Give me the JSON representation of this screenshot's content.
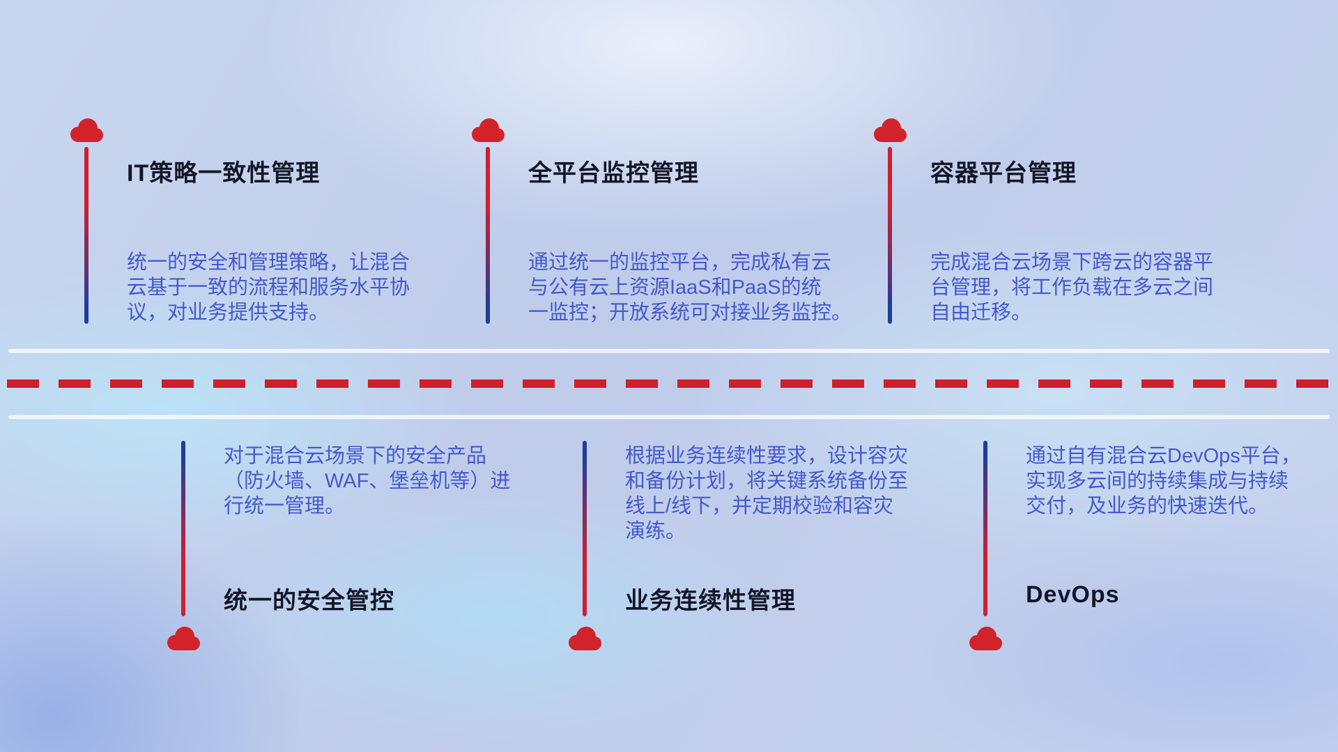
{
  "theme": {
    "cloud_red": "#d2232a",
    "line_red": "#cf1f2e",
    "line_blue": "#1e3d9c",
    "dash_red": "#cf1f2b",
    "divider_color": "#f2f6fc",
    "title_color": "#131627",
    "desc_color": "#4459cd"
  },
  "top_items": [
    {
      "title": "IT策略一致性管理",
      "description": "统一的安全和管理策略，让混合\n云基于一致的流程和服务水平协\n议，对业务提供支持。"
    },
    {
      "title": "全平台监控管理",
      "description": "通过统一的监控平台，完成私有云\n与公有云上资源IaaS和PaaS的统\n一监控；开放系统可对接业务监控。"
    },
    {
      "title": "容器平台管理",
      "description": "完成混合云场景下跨云的容器平\n台管理，将工作负载在多云之间\n自由迁移。"
    }
  ],
  "bottom_items": [
    {
      "title": "统一的安全管控",
      "description": "对于混合云场景下的安全产品\n（防火墙、WAF、堡垒机等）进\n行统一管理。"
    },
    {
      "title": "业务连续性管理",
      "description": "根据业务连续性要求，设计容灾\n和备份计划，将关键系统备份至\n线上/线下，并定期校验和容灾\n演练。"
    },
    {
      "title": "DevOps",
      "description": "通过自有混合云DevOps平台，\n实现多云间的持续集成与持续\n交付，及业务的快速迭代。"
    }
  ]
}
